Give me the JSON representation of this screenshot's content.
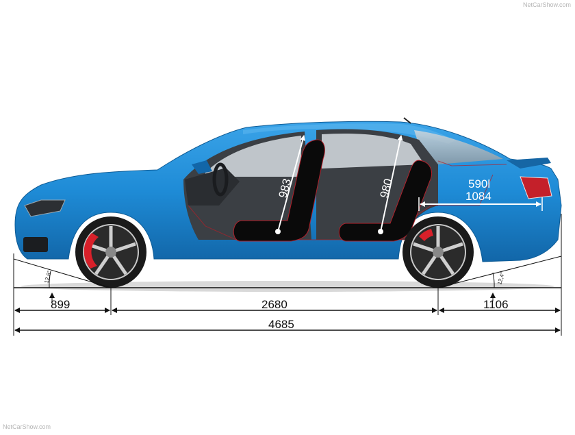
{
  "watermark": {
    "top": "NetCarShow.com",
    "bottom": "NetCarShow.com"
  },
  "dimensions": {
    "front_overhang": "899",
    "wheelbase": "2680",
    "rear_overhang": "1106",
    "overall_length": "4685",
    "front_headroom": "983",
    "rear_headroom": "980",
    "trunk_volume": "590l",
    "trunk_length": "1084",
    "approach_angle": "12,6°",
    "departure_angle": "12,4°"
  },
  "colors": {
    "body": "#1e8bd6",
    "body_dark": "#1266a8",
    "seat": "#0a0a0a",
    "caliper": "#d8202a",
    "line": "#111111"
  }
}
